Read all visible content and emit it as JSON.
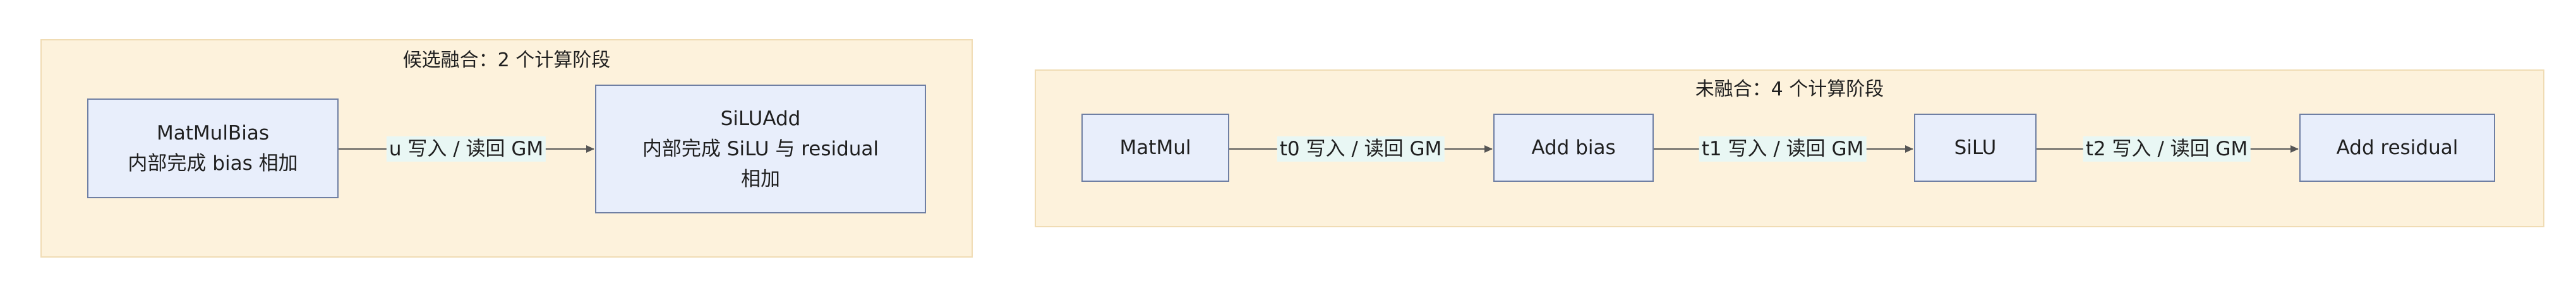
{
  "fused": {
    "title": "候选融合：2 个计算阶段",
    "matmulbias": {
      "line1": "MatMulBias",
      "line2": "内部完成 bias 相加"
    },
    "siluadd": {
      "line1": "SiLUAdd",
      "line2": "内部完成 SiLU 与 residual",
      "line3": "相加"
    },
    "edge_label": "u 写入 / 读回 GM"
  },
  "unfused": {
    "title": "未融合：4 个计算阶段",
    "matmul": "MatMul",
    "add_bias": "Add bias",
    "silu": "SiLU",
    "add_residual": "Add residual",
    "edge_t0": "t0 写入 / 读回 GM",
    "edge_t1": "t1 写入 / 读回 GM",
    "edge_t2": "t2 写入 / 读回 GM"
  },
  "colors": {
    "group_fill": "#fdf2dc",
    "node_fill": "#e8eefb",
    "node_border": "#6f7fa3",
    "label_bg": "#e9f7f4",
    "arrow": "#555555"
  }
}
